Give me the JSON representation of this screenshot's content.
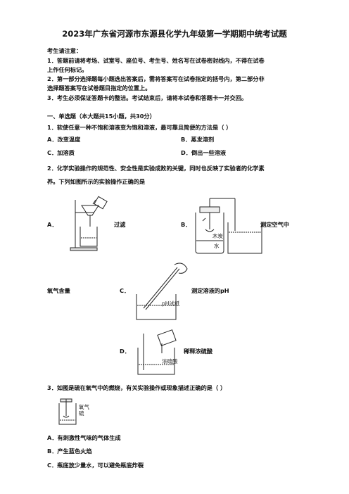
{
  "title": "2023年广东省河源市东源县化学九年级第一学期期中统考试题",
  "notice": {
    "heading": "考生请注意：",
    "items": [
      "1．答题前请将考场、试室号、座位号、考生号、姓名写在试卷密封线内，不得在试卷",
      "上作任何标记。",
      "2．第一部分选择题每小题选出答案后，需将答案写在试卷指定的括号内，第二部分非",
      "选择题答案写在试卷题目指定的位置上。",
      "3．考生必须保证答题卡的整洁。考试结束后，请将本试卷和答题卡一并交回。"
    ]
  },
  "section1": {
    "heading": "一、单选题（本大题共15小题，共30分）"
  },
  "q1": {
    "stem": "1．软使任意一种不饱和溶液变为饱和溶液，最可靠且简便的方法是（    ）",
    "a": "A．改变温度",
    "b": "B．蒸发溶剂",
    "c": "C．加溶质",
    "d": "D．倒出一些溶液"
  },
  "q2": {
    "stem1": "2．化学实验操作的规范性、安全性是实验成败的关键，同时也反映了实验者的化学素",
    "stem2": "养。下列如图所示的实验操作正确的是",
    "a_letter": "A．",
    "a_caption": "过滤",
    "b_letter": "B．",
    "b_caption": "测定空气中",
    "b_caption2": "氧气含量",
    "c_letter": "C．",
    "c_caption": "测定溶液的pH",
    "c_label": "pH试纸",
    "d_letter": "D．",
    "d_caption": "稀释浓硫酸",
    "d_label": "浓硫酸",
    "b_label1": "木炭",
    "b_label2": "水"
  },
  "q3": {
    "stem": "3．如图是硫在氧气中的燃烧，有关实验操作或现象描述正确的是（     ）",
    "fig_label1": "氧气",
    "fig_label2": "硫",
    "a": "A．有刺激性气味的气体生成",
    "b": "B．产生蓝色火焰",
    "c": "C．瓶底放少量水，可以避免瓶底炸裂"
  }
}
